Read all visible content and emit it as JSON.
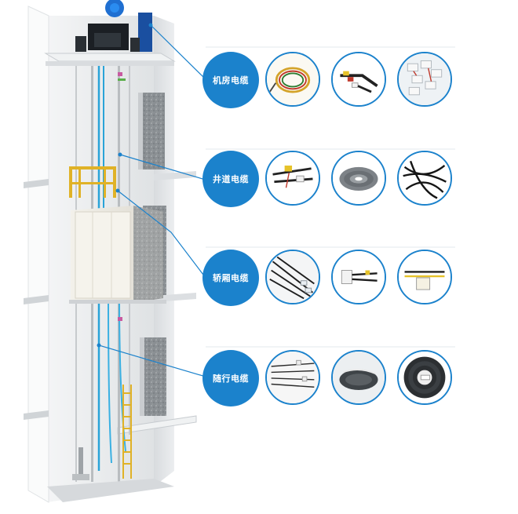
{
  "categories": [
    {
      "label": "机房电缆",
      "photos": [
        "colored-wire-coil-photo",
        "rca-av-cable-photo",
        "connector-terminals-photo"
      ]
    },
    {
      "label": "井道电缆",
      "photos": [
        "wiring-harness-photo",
        "grey-flat-cable-reel-photo",
        "black-wire-bundle-photo"
      ]
    },
    {
      "label": "轿厢电缆",
      "photos": [
        "terminated-wire-bundle-photo",
        "connector-harness-photo",
        "plug-connector-photo"
      ]
    },
    {
      "label": "随行电缆",
      "photos": [
        "travelling-cable-harness-photo",
        "flat-cable-with-ties-photo",
        "flat-cable-roll-photo"
      ]
    }
  ],
  "colors": {
    "accent": "#1b82cc",
    "shaft_wall": "#e9ecee",
    "panel": "#8d9296",
    "rail_yellow": "#e0b227"
  }
}
